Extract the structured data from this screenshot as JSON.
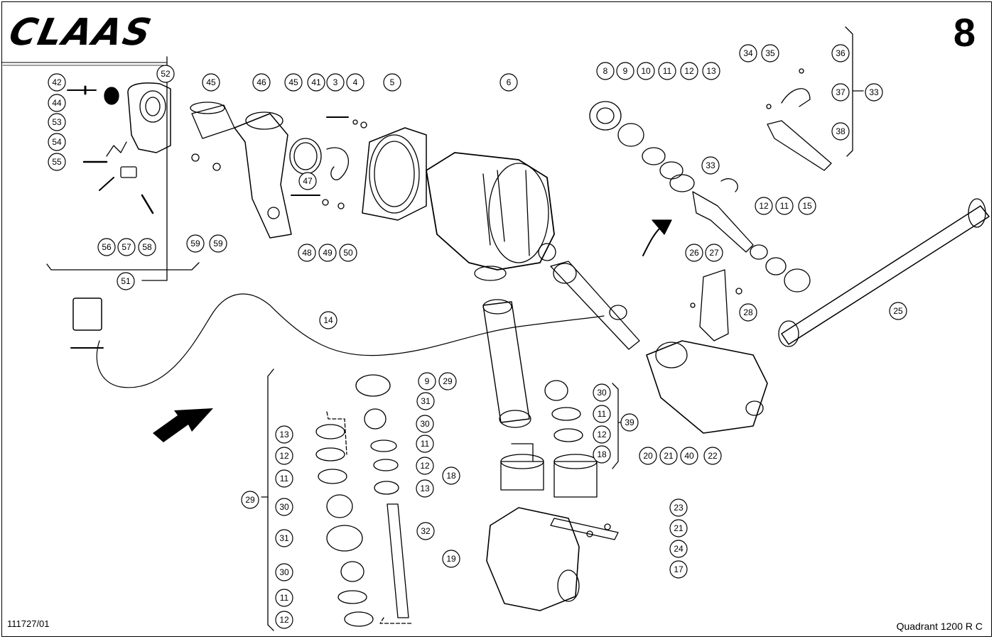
{
  "header": {
    "brand": "CLAAS",
    "page_number": "8"
  },
  "footer": {
    "drawing_number": "111727/01",
    "model": "Quadrant  1200 R C"
  },
  "callouts": [
    {
      "id": "c42",
      "label": "42"
    },
    {
      "id": "c44",
      "label": "44"
    },
    {
      "id": "c53",
      "label": "53"
    },
    {
      "id": "c54",
      "label": "54"
    },
    {
      "id": "c55",
      "label": "55"
    },
    {
      "id": "c52",
      "label": "52"
    },
    {
      "id": "c45a",
      "label": "45"
    },
    {
      "id": "c46",
      "label": "46"
    },
    {
      "id": "c45b",
      "label": "45"
    },
    {
      "id": "c41",
      "label": "41"
    },
    {
      "id": "c3",
      "label": "3"
    },
    {
      "id": "c4",
      "label": "4"
    },
    {
      "id": "c5",
      "label": "5"
    },
    {
      "id": "c6",
      "label": "6"
    },
    {
      "id": "c47",
      "label": "47"
    },
    {
      "id": "c48",
      "label": "48"
    },
    {
      "id": "c49",
      "label": "49"
    },
    {
      "id": "c50",
      "label": "50"
    },
    {
      "id": "c56",
      "label": "56"
    },
    {
      "id": "c57",
      "label": "57"
    },
    {
      "id": "c58",
      "label": "58"
    },
    {
      "id": "c59a",
      "label": "59"
    },
    {
      "id": "c59b",
      "label": "59"
    },
    {
      "id": "c51",
      "label": "51"
    },
    {
      "id": "c8",
      "label": "8"
    },
    {
      "id": "c9a",
      "label": "9"
    },
    {
      "id": "c10",
      "label": "10"
    },
    {
      "id": "c11a",
      "label": "11"
    },
    {
      "id": "c12a",
      "label": "12"
    },
    {
      "id": "c13a",
      "label": "13"
    },
    {
      "id": "c34",
      "label": "34"
    },
    {
      "id": "c35",
      "label": "35"
    },
    {
      "id": "c36",
      "label": "36"
    },
    {
      "id": "c37",
      "label": "37"
    },
    {
      "id": "c38",
      "label": "38"
    },
    {
      "id": "c33a",
      "label": "33"
    },
    {
      "id": "c33b",
      "label": "33"
    },
    {
      "id": "c12b",
      "label": "12"
    },
    {
      "id": "c11b",
      "label": "11"
    },
    {
      "id": "c15",
      "label": "15"
    },
    {
      "id": "c26",
      "label": "26"
    },
    {
      "id": "c27",
      "label": "27"
    },
    {
      "id": "c28",
      "label": "28"
    },
    {
      "id": "c25",
      "label": "25"
    },
    {
      "id": "c14",
      "label": "14"
    },
    {
      "id": "c9b",
      "label": "9"
    },
    {
      "id": "c29a",
      "label": "29"
    },
    {
      "id": "c31a",
      "label": "31"
    },
    {
      "id": "c30a",
      "label": "30"
    },
    {
      "id": "c11c",
      "label": "11"
    },
    {
      "id": "c12c",
      "label": "12"
    },
    {
      "id": "c13b",
      "label": "13"
    },
    {
      "id": "c30b",
      "label": "30"
    },
    {
      "id": "c11d",
      "label": "11"
    },
    {
      "id": "c12d",
      "label": "12"
    },
    {
      "id": "c39",
      "label": "39"
    },
    {
      "id": "c18a",
      "label": "18"
    },
    {
      "id": "c18b",
      "label": "18"
    },
    {
      "id": "c20",
      "label": "20"
    },
    {
      "id": "c21a",
      "label": "21"
    },
    {
      "id": "c40",
      "label": "40"
    },
    {
      "id": "c22",
      "label": "22"
    },
    {
      "id": "c13c",
      "label": "13"
    },
    {
      "id": "c12e",
      "label": "12"
    },
    {
      "id": "c11e",
      "label": "11"
    },
    {
      "id": "c29b",
      "label": "29"
    },
    {
      "id": "c30c",
      "label": "30"
    },
    {
      "id": "c31b",
      "label": "31"
    },
    {
      "id": "c30d",
      "label": "30"
    },
    {
      "id": "c11f",
      "label": "11"
    },
    {
      "id": "c12f",
      "label": "12"
    },
    {
      "id": "c32",
      "label": "32"
    },
    {
      "id": "c19",
      "label": "19"
    },
    {
      "id": "c23",
      "label": "23"
    },
    {
      "id": "c21b",
      "label": "21"
    },
    {
      "id": "c24",
      "label": "24"
    },
    {
      "id": "c17",
      "label": "17"
    }
  ]
}
